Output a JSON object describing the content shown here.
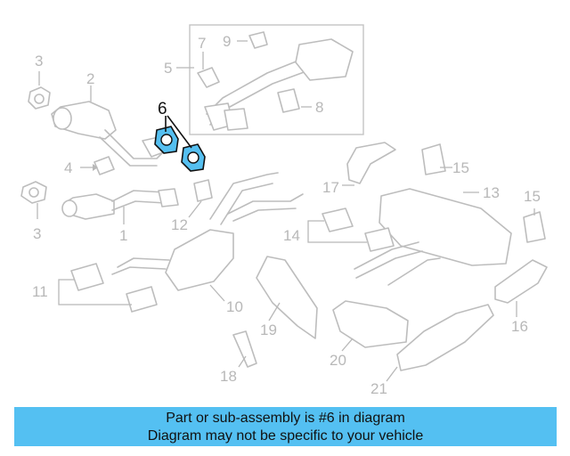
{
  "diagram": {
    "callouts": [
      "1",
      "2",
      "3",
      "3",
      "4",
      "5",
      "6",
      "7",
      "8",
      "9",
      "10",
      "11",
      "12",
      "13",
      "14",
      "15",
      "15",
      "16",
      "17",
      "18",
      "19",
      "20",
      "21"
    ],
    "highlighted_part": "6",
    "highlight_color": "#55bff0",
    "stroke_color": "#bdbdbd"
  },
  "banner": {
    "line1": "Part or sub-assembly is #6 in diagram",
    "line2": "Diagram may not be specific to your vehicle",
    "background": "#54c0f2"
  }
}
